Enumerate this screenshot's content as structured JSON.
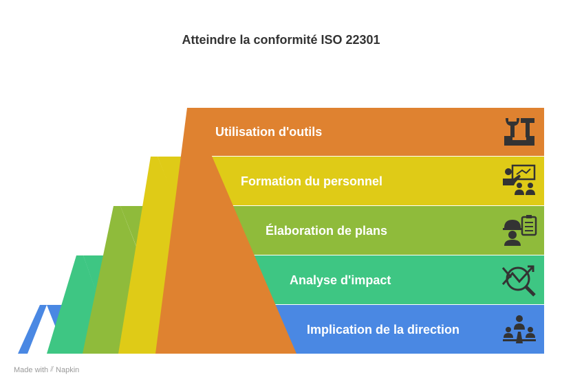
{
  "title": "Atteindre la conformité ISO 22301",
  "steps": [
    {
      "label": "Utilisation d'outils",
      "color": "#df8230",
      "icon": "tools-icon"
    },
    {
      "label": "Formation du personnel",
      "color": "#dfcb17",
      "icon": "presentation-training-icon"
    },
    {
      "label": "Élaboration de plans",
      "color": "#8fbb3b",
      "icon": "worker-checklist-icon"
    },
    {
      "label": "Analyse d'impact",
      "color": "#3ec683",
      "icon": "chart-magnifier-icon"
    },
    {
      "label": "Implication de la direction",
      "color": "#4a88e3",
      "icon": "leader-team-icon"
    }
  ],
  "footer": {
    "made_with": "Made with",
    "brand": "Napkin"
  }
}
